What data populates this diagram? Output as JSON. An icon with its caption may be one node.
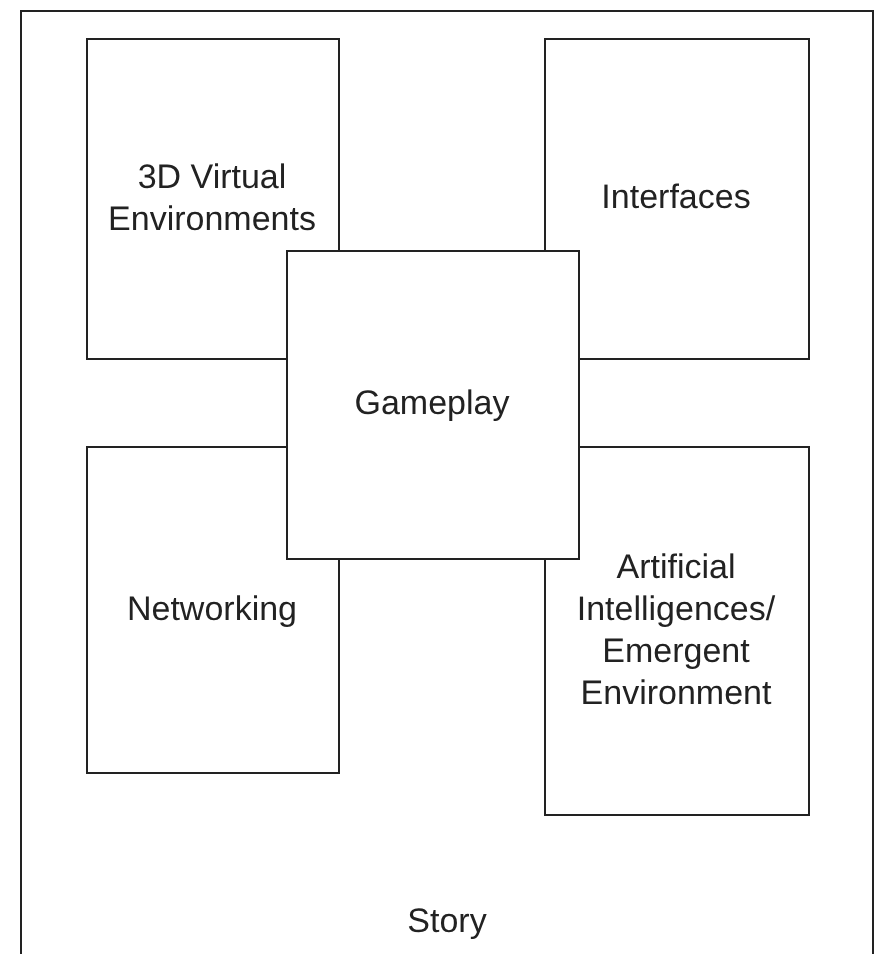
{
  "diagram": {
    "nodes": [
      {
        "text": [
          "Story"
        ]
      },
      {
        "text": [
          "3D Virtual Environments"
        ],
        "in": 0
      },
      {
        "text": [
          "Interfaces"
        ],
        "in": 0
      },
      {
        "text": [
          "Gameplay"
        ],
        "in": 0
      },
      {
        "text": [
          "Networking"
        ],
        "in": 0
      },
      {
        "text": [
          "Artificial Intelligences/ Emergent Environment"
        ],
        "in": 0
      }
    ]
  }
}
